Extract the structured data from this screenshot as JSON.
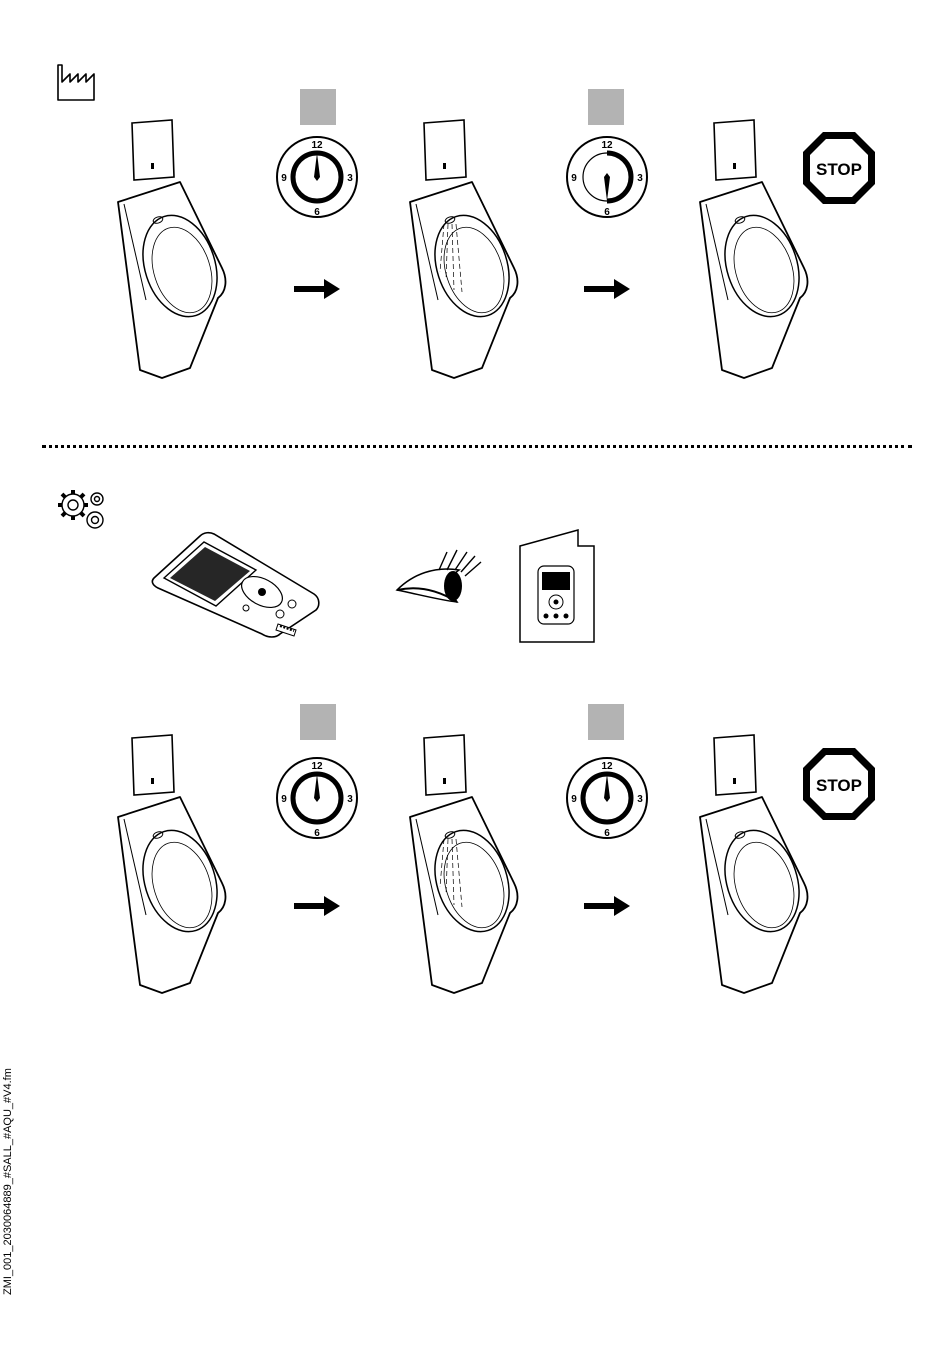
{
  "sections": {
    "factory": {
      "icon": "factory-icon"
    },
    "settings": {
      "icon": "gears-icon"
    }
  },
  "clock": {
    "label_12": "12",
    "label_3": "3",
    "label_6": "6",
    "label_9": "9"
  },
  "stop_sign": {
    "label": "STOP",
    "color": "#000000"
  },
  "colors": {
    "gray_box": "#b3b3b3"
  },
  "configuration": {
    "device_icon": "remote-control-icon",
    "eye_icon": "eye-icon",
    "manual_icon": "manual-booklet-icon"
  },
  "footer": {
    "file_name": "ZMI_001_2030064889_#SALL_#AQU_#V4.fm"
  }
}
